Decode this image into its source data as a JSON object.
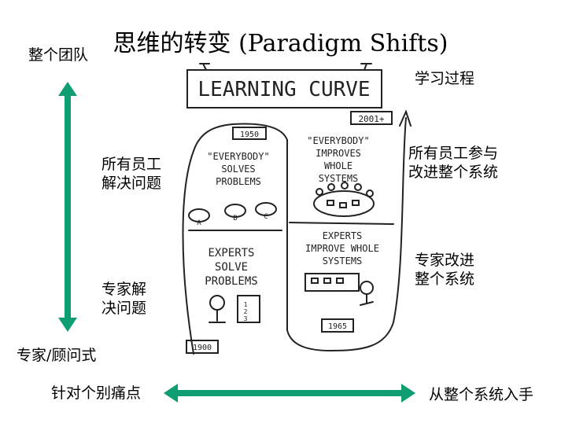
{
  "title": "思维的转变 (Paradigm Shifts)",
  "labels": {
    "top_left": "整个团队",
    "bottom_left": "专家/顾问式",
    "left_upper": [
      "所有员工",
      "解决问题"
    ],
    "left_lower": [
      "专家解",
      "决问题"
    ],
    "right_top": "学习过程",
    "right_upper": [
      "所有员工参与",
      "改进整个系统"
    ],
    "right_lower": [
      "专家改进",
      "整个系统"
    ],
    "bottom_axis_left": "针对个别痛点",
    "bottom_axis_right": "从整个系统入手"
  },
  "sketch": {
    "header": "LEARNING CURVE",
    "q_1950": {
      "year": "1950",
      "lines": [
        "\"EVERYBODY\"",
        "SOLVES",
        "PROBLEMS"
      ],
      "tags": [
        "A",
        "B",
        "C"
      ]
    },
    "q_2001": {
      "year": "2001+",
      "lines": [
        "\"EVERYBODY\"",
        "IMPROVES",
        "WHOLE",
        "SYSTEMS"
      ]
    },
    "q_1900": {
      "year": "1900",
      "lines": [
        "EXPERTS",
        "SOLVE",
        "PROBLEMS"
      ],
      "list": [
        "1",
        "2",
        "3"
      ]
    },
    "q_1965": {
      "year": "1965",
      "lines": [
        "EXPERTS",
        "IMPROVE WHOLE",
        "SYSTEMS"
      ]
    }
  },
  "colors": {
    "arrow": "#0f9d72",
    "ink": "#222222"
  }
}
